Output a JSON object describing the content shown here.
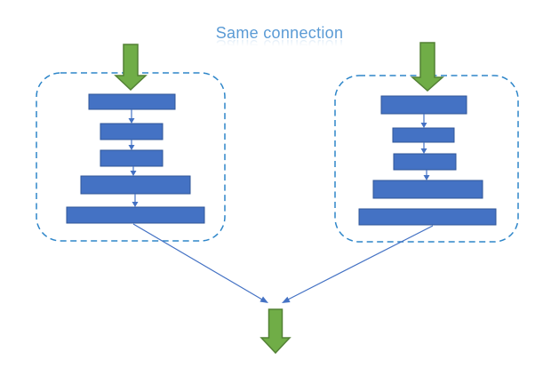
{
  "title": "Same connection",
  "colors": {
    "background": "#ffffff",
    "title_color": "#5B9BD5",
    "bar_fill": "#4472C4",
    "bar_border": "#2F5597",
    "box_border": "#2E86C9",
    "connector": "#4472C4",
    "green_fill": "#70AD47",
    "green_border": "#538135"
  },
  "diagram": {
    "description": "Two identical dashed-border groups, each a stack of 5 blue layer bars fed by a green input arrow; both group outputs merge into one green output arrow",
    "left_group_bars": 5,
    "right_group_bars": 5,
    "left_group_connectors": 4,
    "right_group_connectors": 3
  }
}
